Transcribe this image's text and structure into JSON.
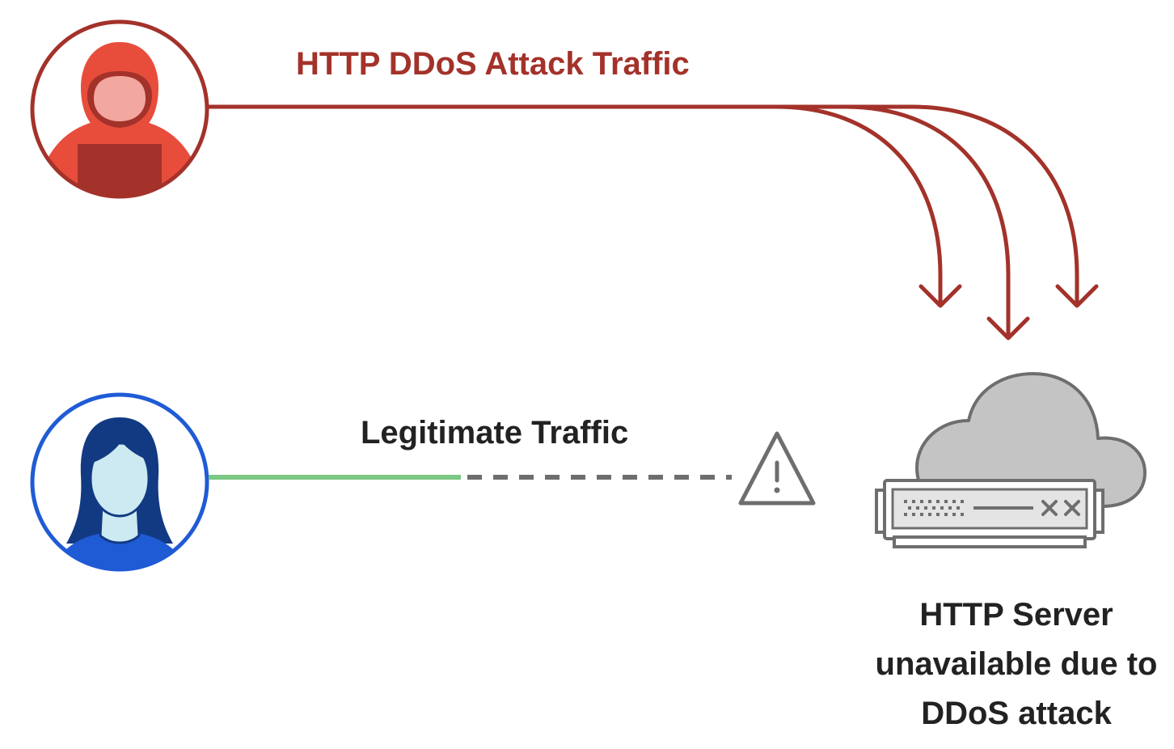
{
  "labels": {
    "attack_traffic": "HTTP DDoS Attack Traffic",
    "legitimate_traffic": "Legitimate Traffic",
    "server_caption": [
      "HTTP Server",
      "unavailable due to",
      "DDoS attack"
    ]
  },
  "icons": {
    "attacker": "hooded-attacker-icon",
    "user": "legitimate-user-icon",
    "warning": "warning-triangle-icon",
    "server": "cloud-server-icon"
  },
  "colors": {
    "attack": "#A3322A",
    "attacker_light": "#E84D3C",
    "user_ring": "#1F5BD5",
    "user_dark": "#123A83",
    "user_skin": "#CDE9F2",
    "legit_line": "#7AC883",
    "blocked_line": "#6E6E6E",
    "cloud": "#C4C4C4",
    "server": "#6E6E6E"
  }
}
